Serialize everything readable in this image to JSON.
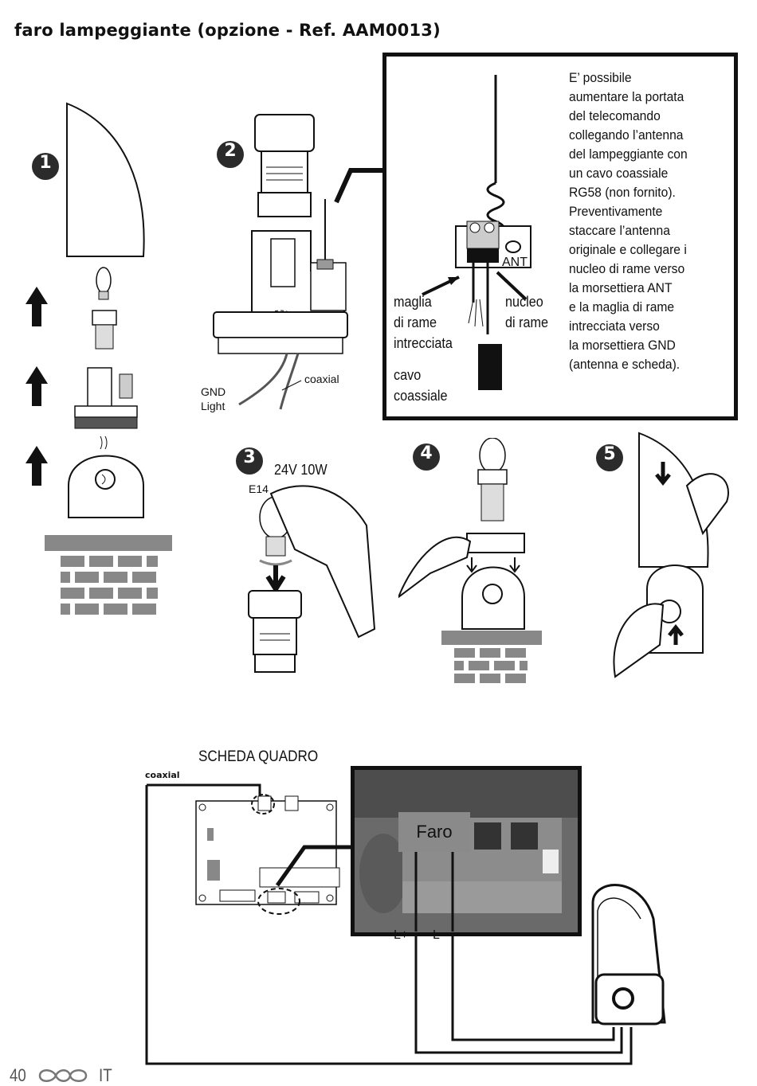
{
  "header": {
    "title": "faro lampeggiante (opzione - Ref. AAM0013)"
  },
  "info_box": {
    "lines": [
      "E’ possibile",
      "aumentare la portata",
      "del telecomando",
      "collegando l’antenna",
      "del lampeggiante con",
      "un cavo coassiale",
      "RG58 (non fornito).",
      "Preventivamente",
      "staccare l’antenna",
      "originale e collegare i",
      "nucleo di rame verso",
      "la morsettiera ANT",
      "e la maglia di rame",
      "intrecciata verso",
      "la morsettiera GND",
      "(antenna e scheda)."
    ],
    "ant_label": "ANT",
    "maglia": [
      "maglia",
      "di rame",
      "intrecciata"
    ],
    "nucleo": [
      "nucleo",
      "di rame"
    ],
    "cavo": [
      "cavo",
      "coassiale"
    ]
  },
  "steps": {
    "s1": "1",
    "s2": "2",
    "s3": "3",
    "s4": "4",
    "s5": "5"
  },
  "labels": {
    "gnd": "GND",
    "light": "Light",
    "coaxial": "coaxial",
    "bulb_spec": "24V 10W",
    "e14": "E14"
  },
  "wiring": {
    "scheda": "SCHEDA QUADRO",
    "coaxial": "coaxial",
    "faro": "Faro",
    "lplus": "L+",
    "lminus": "L-"
  },
  "footer": {
    "page": "40",
    "lang": "IT"
  }
}
